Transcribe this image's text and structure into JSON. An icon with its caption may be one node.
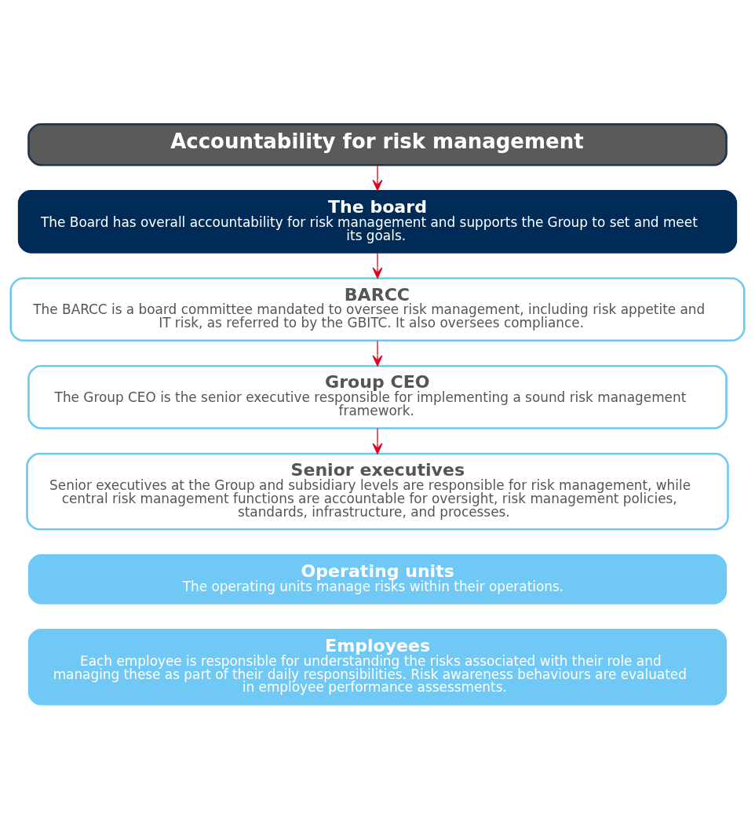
{
  "diagram": {
    "nodes": [
      {
        "text": [
          "Accountability for risk management"
        ]
      },
      {
        "text": [
          "The board",
          "The Board has overall accountability for risk management and supports the Group to set and meet its goals."
        ]
      },
      {
        "text": [
          "BARCC",
          "The BARCC is a board committee mandated to oversee risk management, including risk appetite and IT risk, as referred to by the GBITC. It also oversees compliance."
        ]
      },
      {
        "text": [
          "Group CEO",
          "The Group CEO is the senior executive responsible for implementing a sound risk management framework."
        ]
      },
      {
        "text": [
          "Senior executives",
          "Senior executives at the Group and subsidiary levels are responsible for risk management, while central risk management functions are accountable for oversight, risk management policies, standards, infrastructure, and processes."
        ]
      },
      {
        "text": [
          "Operating units",
          "The operating units manage risks within their operations."
        ]
      },
      {
        "text": [
          "Employees",
          "Each employee is responsible for understanding the risks associated with their role and managing these as part of their daily responsibilities. Risk awareness behaviours are evaluated in employee performance assessments."
        ]
      }
    ],
    "edges": [
      {
        "from": 0,
        "to": 1,
        "arrow": "to",
        "color": "#e3001b"
      },
      {
        "from": 1,
        "to": 2,
        "arrow": "to",
        "color": "#e3001b"
      },
      {
        "from": 2,
        "to": 3,
        "arrow": "to",
        "color": "#e3001b"
      },
      {
        "from": 3,
        "to": 4,
        "arrow": "to",
        "color": "#e3001b"
      }
    ]
  }
}
